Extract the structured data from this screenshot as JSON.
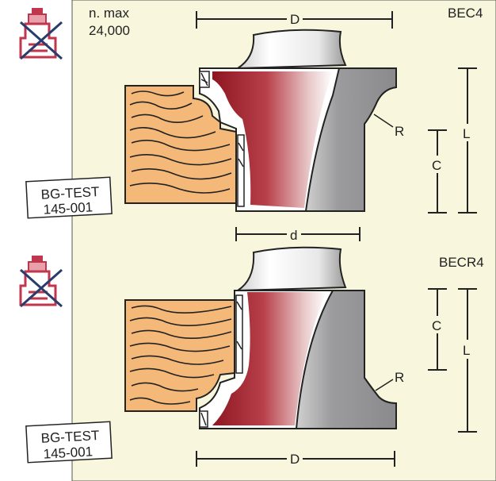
{
  "panel_top": {
    "speed_label": "n. max",
    "speed_value": "24,000",
    "model_code": "BEC4",
    "dim_D": "D",
    "dim_d": "d",
    "dim_L": "L",
    "dim_C": "C",
    "dim_R": "R",
    "test_tag_line1": "BG-TEST",
    "test_tag_line2": "145-001"
  },
  "panel_bottom": {
    "model_code": "BECR4",
    "dim_D": "D",
    "dim_L": "L",
    "dim_C": "C",
    "dim_R": "R",
    "test_tag_line1": "BG-TEST",
    "test_tag_line2": "145-001"
  },
  "colors": {
    "panel_bg": "#f8f6dc",
    "wood": "#f4b878",
    "cutter_red": "#a8202c",
    "body_gray": "#9a9a9c",
    "no_hand_feed_red": "#c0364c",
    "no_hand_feed_blue": "#2a3c6c"
  },
  "icons": [
    "no-hand-feed-icon",
    "no-hand-feed-icon"
  ]
}
